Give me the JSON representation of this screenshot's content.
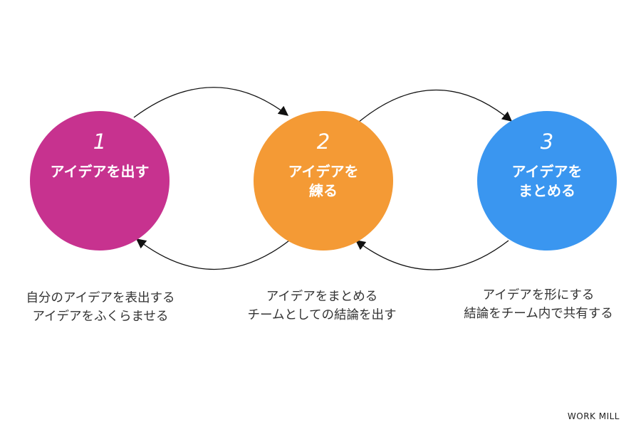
{
  "colors": {
    "step1": "#c7328f",
    "step2": "#f49a35",
    "step3": "#3a96f0",
    "arrow": "#111111",
    "text": "#333333"
  },
  "steps": [
    {
      "number": "1",
      "title_lines": [
        "アイデアを出す"
      ],
      "desc_lines": [
        "自分のアイデアを表出する",
        "アイデアをふくらませる"
      ]
    },
    {
      "number": "2",
      "title_lines": [
        "アイデアを",
        "練る"
      ],
      "desc_lines": [
        "アイデアをまとめる",
        "チームとしての結論を出す"
      ]
    },
    {
      "number": "3",
      "title_lines": [
        "アイデアを",
        "まとめる"
      ],
      "desc_lines": [
        "アイデアを形にする",
        "結論をチーム内で共有する"
      ]
    }
  ],
  "brand": "WORK MILL"
}
